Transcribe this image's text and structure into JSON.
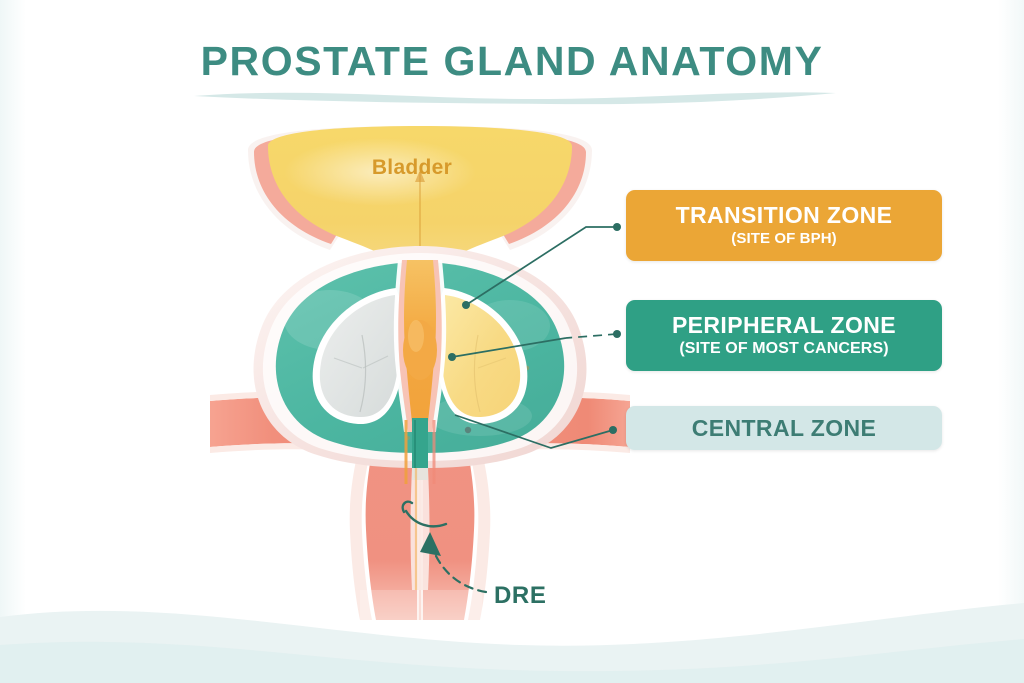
{
  "page": {
    "title": "PROSTATE GLAND ANATOMY",
    "background_color": "#ffffff",
    "title_color": "#3d8c82"
  },
  "illustration": {
    "name": "prostate-gland-cross-section",
    "bladder_label": "Bladder",
    "bladder_label_color": "#d79a2b",
    "colors": {
      "bladder": "#f5d469",
      "peripheral_zone": "#4fb8a4",
      "transition_zone": "#f7db8a",
      "central_zone": "#dfe3e2",
      "urethra": "#f2a93f",
      "rectum": "#f2917f",
      "capsule": "#f6e4e2",
      "leader_line": "#2c6e63"
    }
  },
  "annotations": {
    "dre": {
      "label": "DRE",
      "color": "#2c7063"
    }
  },
  "legend": {
    "items": [
      {
        "id": "transition-zone",
        "title": "TRANSITION ZONE",
        "subtitle": "(SITE OF BPH)",
        "background": "#eba636",
        "text_color": "#ffffff"
      },
      {
        "id": "peripheral-zone",
        "title": "PERIPHERAL ZONE",
        "subtitle": "(SITE OF MOST CANCERS)",
        "background": "#2fa085",
        "text_color": "#ffffff"
      },
      {
        "id": "central-zone",
        "title": "CENTRAL ZONE",
        "subtitle": "",
        "background": "#d3e7e7",
        "text_color": "#3d7d74"
      }
    ]
  }
}
